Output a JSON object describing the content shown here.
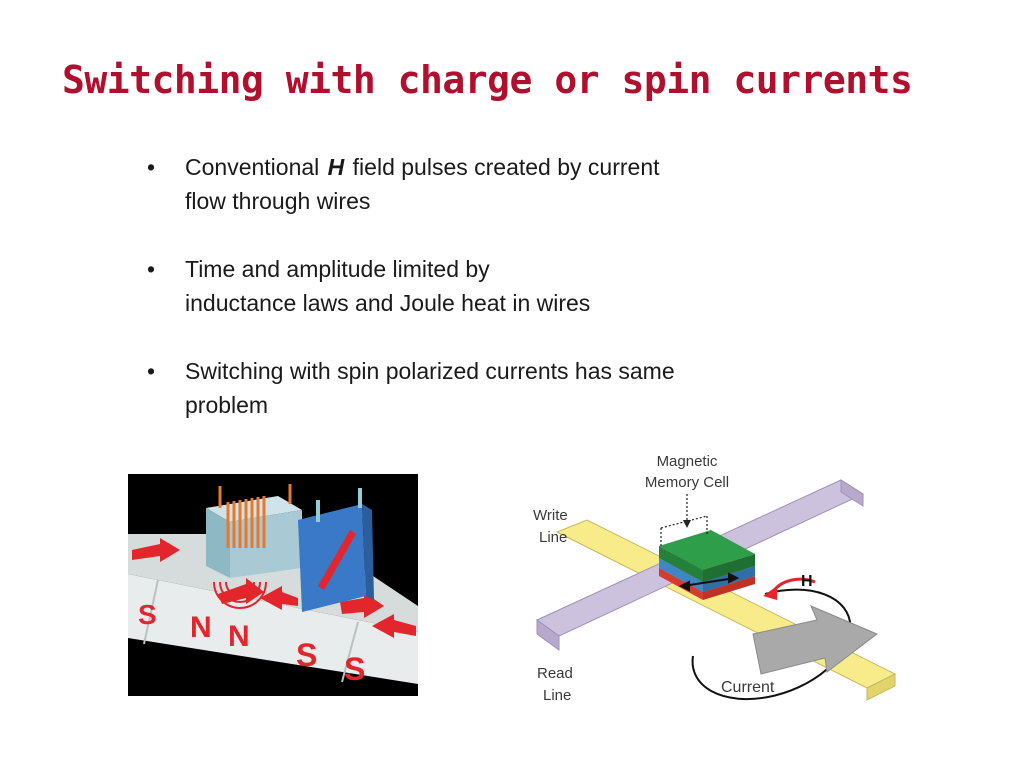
{
  "slide": {
    "title": "Switching with charge or spin currents",
    "title_color": "#b0102e"
  },
  "bullets": {
    "b1_pre": "Conventional",
    "b1_var": "H",
    "b1_line1_post": "field pulses created by current",
    "b1_line2": "flow through wires",
    "b2_line1": "Time and amplitude limited by",
    "b2_line2": "inductance laws and Joule heat in wires",
    "b3_line1": "Switching with spin polarized currents has same",
    "b3_line2": "problem",
    "bullet_char": "•"
  },
  "left_figure": {
    "pole_labels": [
      "S",
      "N",
      "N",
      "S",
      "S"
    ],
    "pole_color": "#e2262b"
  },
  "right_figure": {
    "label_cell_line1": "Magnetic",
    "label_cell_line2": "Memory Cell",
    "label_write_line1": "Write",
    "label_write_line2": "Line",
    "label_read_line1": "Read",
    "label_read_line2": "Line",
    "label_field": "H",
    "label_current": "Current",
    "write_line_color": "#cdc2dd",
    "read_line_color": "#f8ec8a"
  }
}
